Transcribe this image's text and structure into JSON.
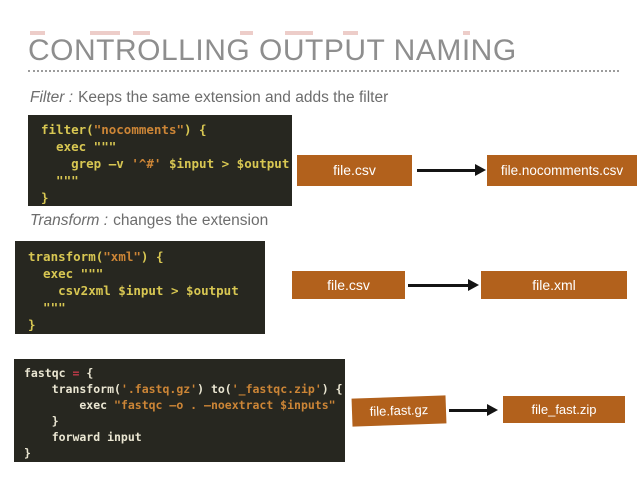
{
  "title": "CONTROLLING OUTPUT NAMING",
  "colors": {
    "title": "#8e8e8e",
    "body_text": "#6d6d6d",
    "code_bg": "#272720",
    "code_gold": "#d8c752",
    "code_string": "#cc8536",
    "code_plain": "#eae6d2",
    "code_red": "#c23a4a",
    "file_box": "#b2611c",
    "file_box_text": "#ffffff",
    "arrow": "#141414"
  },
  "sections": [
    {
      "heading": {
        "label": "Filter :",
        "text": "Keeps the same extension and adds the filter"
      },
      "code_lines": [
        [
          [
            "filter(",
            "g"
          ],
          [
            "\"nocomments\"",
            "s"
          ],
          [
            ") {",
            "g"
          ]
        ],
        [
          [
            "  exec \"\"\"",
            "g"
          ]
        ],
        [
          [
            "    grep –v ",
            "g"
          ],
          [
            "'^#'",
            "s"
          ],
          [
            " $input > $output",
            "g"
          ]
        ],
        [
          [
            "  \"\"\"",
            "g"
          ]
        ],
        [
          [
            "}",
            "g"
          ]
        ]
      ],
      "files": {
        "input": "file.csv",
        "output": "file.nocomments.csv"
      }
    },
    {
      "heading": {
        "label": "Transform :",
        "text": "changes the extension"
      },
      "code_lines": [
        [
          [
            "transform(",
            "g"
          ],
          [
            "\"xml\"",
            "s"
          ],
          [
            ") {",
            "g"
          ]
        ],
        [
          [
            "  exec \"\"\"",
            "g"
          ]
        ],
        [
          [
            "    csv2xml $input > $output",
            "g"
          ]
        ],
        [
          [
            "  \"\"\"",
            "g"
          ]
        ],
        [
          [
            "}",
            "g"
          ]
        ]
      ],
      "files": {
        "input": "file.csv",
        "output": "file.xml"
      }
    },
    {
      "heading": null,
      "code_lines": [
        [
          [
            "fastqc ",
            "p"
          ],
          [
            "=",
            "r"
          ],
          [
            " {",
            "p"
          ]
        ],
        [
          [
            "    transform(",
            "p"
          ],
          [
            "'.fastq.gz'",
            "s"
          ],
          [
            ") to(",
            "p"
          ],
          [
            "'_fastqc.zip'",
            "s"
          ],
          [
            ") {",
            "p"
          ]
        ],
        [
          [
            "        exec ",
            "p"
          ],
          [
            "\"fastqc –o . —noextract $inputs\"",
            "s"
          ]
        ],
        [
          [
            "    }",
            "p"
          ]
        ],
        [
          [
            "    forward input",
            "p"
          ]
        ],
        [
          [
            "}",
            "p"
          ]
        ]
      ],
      "files": {
        "input": "file.fast.gz",
        "output": "file_fast.zip"
      }
    }
  ]
}
